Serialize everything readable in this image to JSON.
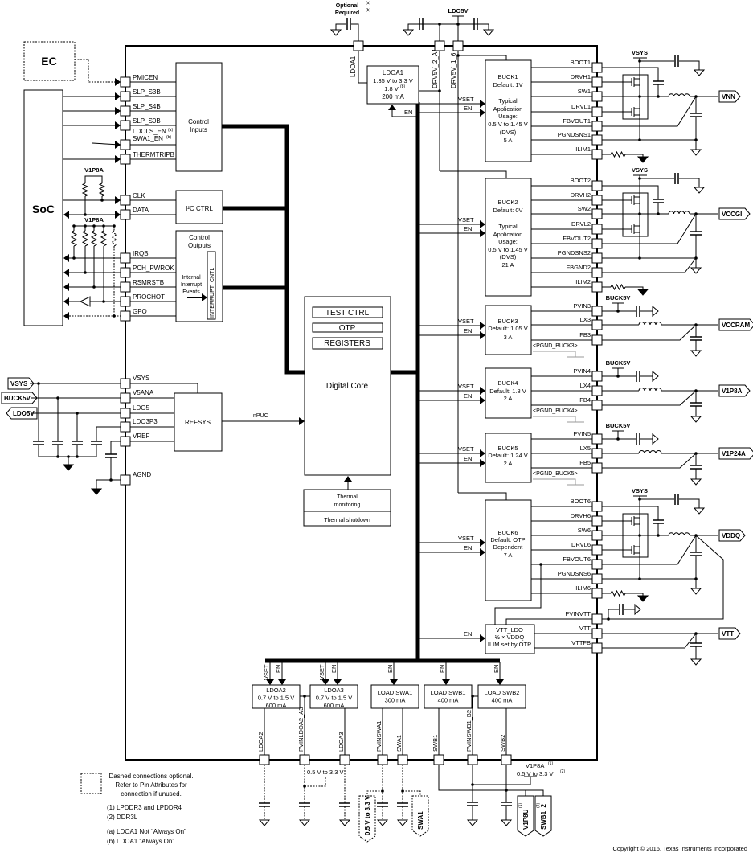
{
  "external": {
    "ec": "EC",
    "soc": "SoC",
    "v1p8a": "V1P8A"
  },
  "left_pins": {
    "control_inputs": [
      "PMICEN",
      "SLP_S3B",
      "SLP_S4B",
      "SLP_S0B",
      "LDOLS_EN",
      "SWA1_EN",
      "THERMTRIPB"
    ],
    "sup_a": "(a)",
    "sup_b": "(b)",
    "i2c": [
      "CLK",
      "DATA"
    ],
    "control_outputs": [
      "IRQB",
      "PCH_PWROK",
      "RSMRSTB",
      "PROCHOT",
      "GPO"
    ],
    "power": [
      "VSYS",
      "V5ANA",
      "LDO5",
      "LDO3P3",
      "VREF",
      "AGND"
    ]
  },
  "left_rails": [
    "VSYS",
    "BUCK5V",
    "LDO5V"
  ],
  "blocks": {
    "control_inputs": [
      "Control",
      "Inputs"
    ],
    "i2c": "I²C CTRL",
    "control_outputs": [
      "Control",
      "Outputs"
    ],
    "interrupt_cntl": "INTERRUPT_CNTL",
    "internal_events": [
      "Internal",
      "Interrupt",
      "Events"
    ],
    "digital_core": "Digital Core",
    "test_ctrl": "TEST CTRL",
    "otp": "OTP",
    "registers": "REGISTERS",
    "thermal": [
      "Thermal",
      "monitoring",
      "Thermal shutdown"
    ],
    "refsys": "REFSYS",
    "npuc": "nPUC"
  },
  "top": {
    "optional": "Optional",
    "required": "Required",
    "sup_a": "(a)",
    "sup_b": "(b)",
    "ldo5v": "LDO5V",
    "pins": [
      "LDOA1",
      "DRV5V_2_A1",
      "DRV5V_1_6"
    ]
  },
  "ldoa1": {
    "lines": [
      "LDOA1",
      "1.35 V to 3.3 V",
      "1.8 V",
      "200 mA"
    ],
    "sup": "(b)",
    "en": "EN"
  },
  "signals": {
    "vset": "VSET",
    "en": "EN"
  },
  "bucks": [
    {
      "lines": [
        "BUCK1",
        "Default: 1V",
        "Typical",
        "Application",
        "Usage:",
        "0.5 V to 1.45 V",
        "(DVS)",
        "5 A"
      ],
      "pins": [
        "BOOT1",
        "DRVH1",
        "SW1",
        "DRVL1",
        "FBVOUT1",
        "PGNDSNS1",
        "ILIM1"
      ],
      "output": "VNN",
      "supply": "VSYS"
    },
    {
      "lines": [
        "BUCK2",
        "Default: 0V",
        "Typical",
        "Application",
        "Usage:",
        "0.5 V to 1.45 V",
        "(DVS)",
        "21 A"
      ],
      "pins": [
        "BOOT2",
        "DRVH2",
        "SW2",
        "DRVL2",
        "FBVOUT2",
        "PGNDSNS2",
        "FBGND2",
        "ILIM2"
      ],
      "output": "VCCGI",
      "supply": "VSYS"
    },
    {
      "lines": [
        "BUCK3",
        "Default: 1.05 V",
        "3 A"
      ],
      "pins": [
        "PVIN3",
        "LX3",
        "FB3"
      ],
      "pgnd": "<PGND_BUCK3>",
      "output": "VCCRAM",
      "supply": "BUCK5V"
    },
    {
      "lines": [
        "BUCK4",
        "Default: 1.8 V",
        "2 A"
      ],
      "pins": [
        "PVIN4",
        "LX4",
        "FB4"
      ],
      "pgnd": "<PGND_BUCK4>",
      "output": "V1P8A",
      "supply": "BUCK5V"
    },
    {
      "lines": [
        "BUCK5",
        "Default: 1.24 V",
        "2 A"
      ],
      "pins": [
        "PVIN5",
        "LX5",
        "FB5"
      ],
      "pgnd": "<PGND_BUCK5>",
      "output": "V1P24A",
      "supply": "BUCK5V"
    },
    {
      "lines": [
        "BUCK6",
        "Default: OTP",
        "Dependent",
        "7 A"
      ],
      "pins": [
        "BOOT6",
        "DRVH6",
        "SW6",
        "DRVL6",
        "FBVOUT6",
        "PGNDSNS6",
        "ILIM6"
      ],
      "output": "VDDQ",
      "supply": "VSYS"
    }
  ],
  "vtt_ldo": {
    "lines": [
      "VTT_LDO",
      "½ × VDDQ",
      "ILIM set by OTP"
    ],
    "pins": [
      "PVINVTT",
      "VTT",
      "VTTFB"
    ],
    "output": "VTT"
  },
  "bottom": {
    "blocks": [
      {
        "lines": [
          "LDOA2",
          "0.7 V to 1.5 V",
          "600 mA"
        ]
      },
      {
        "lines": [
          "LDOA3",
          "0.7 V to 1.5 V",
          "600 mA"
        ]
      },
      {
        "lines": [
          "LOAD SWA1",
          "300 mA"
        ]
      },
      {
        "lines": [
          "LOAD SWB1",
          "400 mA"
        ]
      },
      {
        "lines": [
          "LOAD SWB2",
          "400 mA"
        ]
      }
    ],
    "pins": [
      "LDOA2",
      "PVINLDOA2_A3",
      "LDOA3",
      "PVINSWA1",
      "SWA1",
      "SWB1",
      "PVINSWB1_B2",
      "SWB2"
    ],
    "range_ldo": "0.5 V to 3.3 V",
    "range_tag": "0.5 V to 3.3 V",
    "swa1_tag": "SWA1",
    "v1p8a": "V1P8A",
    "sup1": "(1)",
    "range_swb": "0.5 V to 3.3 V",
    "sup2": "(2)",
    "tags": [
      "V1P8U",
      "SWB1_2"
    ]
  },
  "notes": {
    "dashed": [
      "Dashed connections optional.",
      "Refer to Pin Attributes for",
      "connection if unused."
    ],
    "footnotes": [
      "(1) LPDDR3 and LPDDR4",
      "(2) DDR3L",
      "(a) LDOA1 Not “Always On”",
      "(b) LDOA1 “Always On”"
    ]
  },
  "copyright": "Copyright © 2016, Texas Instruments Incorporated"
}
